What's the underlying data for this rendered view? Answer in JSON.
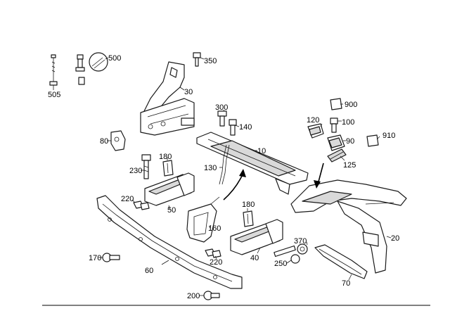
{
  "callouts": [
    {
      "id": "505",
      "label": "505"
    },
    {
      "id": "500",
      "label": "500"
    },
    {
      "id": "350",
      "label": "350"
    },
    {
      "id": "30",
      "label": "30"
    },
    {
      "id": "300",
      "label": "300"
    },
    {
      "id": "140",
      "label": "140"
    },
    {
      "id": "80",
      "label": "80"
    },
    {
      "id": "180a",
      "label": "180"
    },
    {
      "id": "230",
      "label": "230"
    },
    {
      "id": "10",
      "label": "10"
    },
    {
      "id": "130",
      "label": "130"
    },
    {
      "id": "220a",
      "label": "220"
    },
    {
      "id": "50",
      "label": "50"
    },
    {
      "id": "180b",
      "label": "180"
    },
    {
      "id": "160",
      "label": "160"
    },
    {
      "id": "170",
      "label": "170"
    },
    {
      "id": "60",
      "label": "60"
    },
    {
      "id": "220b",
      "label": "220"
    },
    {
      "id": "40",
      "label": "40"
    },
    {
      "id": "370",
      "label": "370"
    },
    {
      "id": "250",
      "label": "250"
    },
    {
      "id": "200",
      "label": "200"
    },
    {
      "id": "900",
      "label": "900"
    },
    {
      "id": "120",
      "label": "120"
    },
    {
      "id": "100",
      "label": "100"
    },
    {
      "id": "90",
      "label": "90"
    },
    {
      "id": "910",
      "label": "910"
    },
    {
      "id": "125",
      "label": "125"
    },
    {
      "id": "20",
      "label": "20"
    },
    {
      "id": "70",
      "label": "70"
    }
  ]
}
